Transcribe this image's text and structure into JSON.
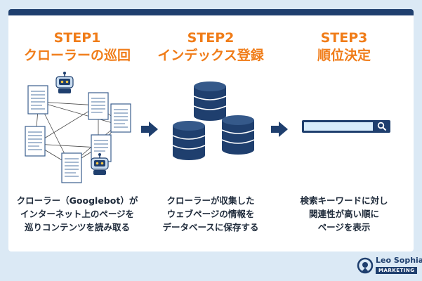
{
  "steps": [
    {
      "num": "STEP1",
      "name": "クローラーの巡回",
      "desc": [
        "クローラー（Googlebot）が",
        "インターネット上のページを",
        "巡りコンテンツを読み取る"
      ]
    },
    {
      "num": "STEP2",
      "name": "インデックス登録",
      "desc": [
        "クローラーが収集した",
        "ウェブページの情報を",
        "データベースに保存する"
      ]
    },
    {
      "num": "STEP3",
      "name": "順位決定",
      "desc": [
        "検索キーワードに対し",
        "関連性が高い順に",
        "ページを表示"
      ]
    }
  ],
  "brand": {
    "name": "Leo Sophia",
    "sub": "MARKETING"
  },
  "colors": {
    "accent": "#f07c18",
    "navy": "#1f3f6e",
    "search_bar": "#d7ecfb"
  }
}
